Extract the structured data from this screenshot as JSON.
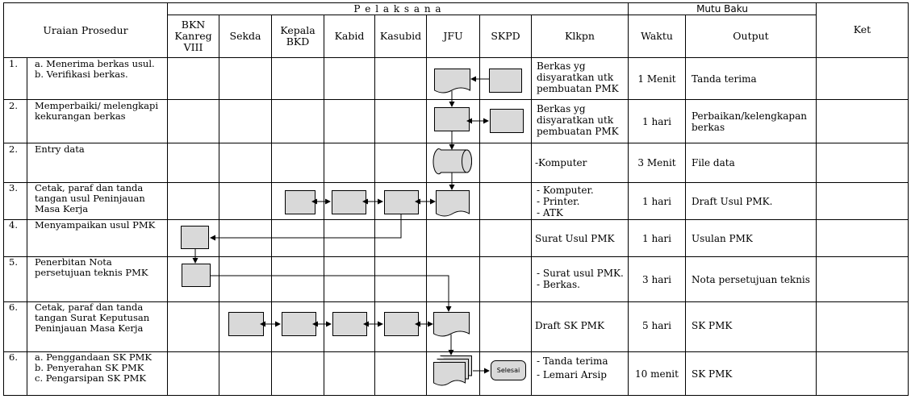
{
  "header": {
    "uraian": "Uraian Prosedur",
    "pelaksana": "P e l a k s a n a",
    "mutu_baku": "Mutu Baku",
    "ket": "Ket",
    "cols": {
      "bkn": [
        "BKN",
        "Kanreg",
        "VIII"
      ],
      "sekda": "Sekda",
      "kepala": [
        "Kepala",
        "BKD"
      ],
      "kabid": "Kabid",
      "kasubid": "Kasubid",
      "jfu": "JFU",
      "skpd": "SKPD",
      "klkpn": "Klkpn",
      "waktu": "Waktu",
      "output": "Output"
    }
  },
  "rows": [
    {
      "num": "1.",
      "uraian": [
        "a.  Menerima berkas usul.",
        "b.  Verifikasi berkas."
      ],
      "klkpn": [
        "Berkas yg",
        "disyaratkan utk",
        "pembuatan PMK"
      ],
      "waktu": "1 Menit",
      "output": "Tanda terima"
    },
    {
      "num": "2.",
      "uraian": [
        "Memperbaiki/  melengkapi",
        "kekurangan berkas"
      ],
      "klkpn": [
        "Berkas yg",
        "disyaratkan utk",
        "pembuatan PMK"
      ],
      "waktu": "1 hari",
      "output": "Perbaikan/kelengkapan berkas"
    },
    {
      "num": "2.",
      "uraian": [
        "Entry data"
      ],
      "klkpn": [
        "-Komputer"
      ],
      "waktu": "3 Menit",
      "output": "File data"
    },
    {
      "num": "3.",
      "uraian": [
        "Cetak, paraf dan tanda",
        "tangan usul Peninjauan",
        "Masa Kerja"
      ],
      "klkpn": [
        "- Komputer.",
        "- Printer.",
        "- ATK"
      ],
      "waktu": "1 hari",
      "output": "Draft Usul PMK."
    },
    {
      "num": "4.",
      "uraian": [
        "Menyampaikan usul PMK"
      ],
      "klkpn": [
        "Surat Usul PMK"
      ],
      "waktu": "1 hari",
      "output": "Usulan PMK"
    },
    {
      "num": "5.",
      "uraian": [
        "Penerbitan Nota",
        "persetujuan teknis PMK"
      ],
      "klkpn": [
        "- Surat usul PMK.",
        "- Berkas."
      ],
      "waktu": "3 hari",
      "output": "Nota persetujuan teknis"
    },
    {
      "num": "6.",
      "uraian": [
        "Cetak, paraf dan tanda",
        "tangan Surat Keputusan",
        "Peninjauan Masa Kerja"
      ],
      "klkpn": [
        "Draft SK PMK"
      ],
      "waktu": "5 hari",
      "output": "SK PMK"
    },
    {
      "num": "6.",
      "uraian": [
        "a.  Penggandaan SK PMK",
        "b.  Penyerahan SK PMK",
        "c.  Pengarsipan SK PMK"
      ],
      "klkpn": [
        "-  Tanda terima",
        "-  Lemari Arsip"
      ],
      "waktu": "10 menit",
      "output": "SK PMK"
    }
  ],
  "terminator_label": "Selesai"
}
